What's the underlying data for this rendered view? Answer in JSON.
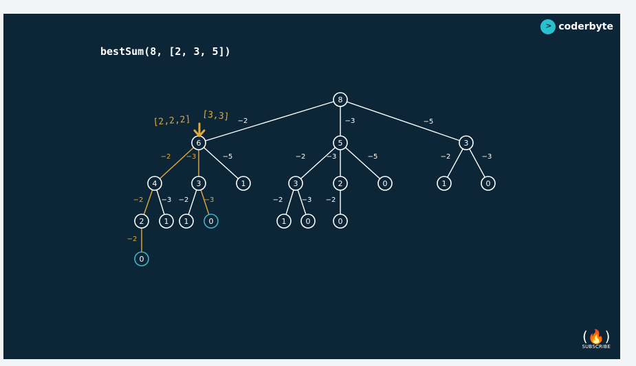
{
  "title": "bestSum(8, [2, 3, 5])",
  "brand": {
    "name": "coderbyte",
    "mark": ">",
    "color": "#2bc0cf"
  },
  "subscribe": {
    "label": "SUBSCRIBE",
    "icon": "(🔥)"
  },
  "annotations": {
    "path_a": "[2,2,2]",
    "path_b": "[3,3]",
    "arrow": "down-arrow"
  },
  "colors": {
    "background": "#0c2638",
    "edge": "#ffffff",
    "highlight": "#e3a93b",
    "success_node": "#3fb6c4"
  },
  "tree": {
    "nodes": [
      {
        "id": "n8",
        "value": "8"
      },
      {
        "id": "n6",
        "value": "6"
      },
      {
        "id": "n5",
        "value": "5"
      },
      {
        "id": "n3a",
        "value": "3"
      },
      {
        "id": "n4",
        "value": "4"
      },
      {
        "id": "n3b",
        "value": "3"
      },
      {
        "id": "n1a",
        "value": "1"
      },
      {
        "id": "n3c",
        "value": "3"
      },
      {
        "id": "n2a",
        "value": "2"
      },
      {
        "id": "n0a",
        "value": "0"
      },
      {
        "id": "n1b",
        "value": "1"
      },
      {
        "id": "n0b",
        "value": "0"
      },
      {
        "id": "n2b",
        "value": "2"
      },
      {
        "id": "n1c",
        "value": "1"
      },
      {
        "id": "n1d",
        "value": "1"
      },
      {
        "id": "n0c",
        "value": "0",
        "success": true
      },
      {
        "id": "n1e",
        "value": "1"
      },
      {
        "id": "n0d",
        "value": "0"
      },
      {
        "id": "n0e",
        "value": "0"
      },
      {
        "id": "n0f",
        "value": "0",
        "success": true
      }
    ],
    "edges": [
      {
        "from": "n8",
        "to": "n6",
        "label": "-2"
      },
      {
        "from": "n8",
        "to": "n5",
        "label": "-3"
      },
      {
        "from": "n8",
        "to": "n3a",
        "label": "-5"
      },
      {
        "from": "n6",
        "to": "n4",
        "label": "-2",
        "highlight": true
      },
      {
        "from": "n6",
        "to": "n3b",
        "label": "-3",
        "highlight": true
      },
      {
        "from": "n6",
        "to": "n1a",
        "label": "-5"
      },
      {
        "from": "n5",
        "to": "n3c",
        "label": "-2"
      },
      {
        "from": "n5",
        "to": "n2a",
        "label": "-3"
      },
      {
        "from": "n5",
        "to": "n0a",
        "label": "-5"
      },
      {
        "from": "n3a",
        "to": "n1b",
        "label": "-2"
      },
      {
        "from": "n3a",
        "to": "n0b",
        "label": "-3"
      },
      {
        "from": "n4",
        "to": "n2b",
        "label": "-2",
        "highlight": true
      },
      {
        "from": "n4",
        "to": "n1c",
        "label": "-3"
      },
      {
        "from": "n3b",
        "to": "n1d",
        "label": "-2"
      },
      {
        "from": "n3b",
        "to": "n0c",
        "label": "-3",
        "highlight": true
      },
      {
        "from": "n3c",
        "to": "n1e",
        "label": "-2"
      },
      {
        "from": "n3c",
        "to": "n0d",
        "label": "-3"
      },
      {
        "from": "n2a",
        "to": "n0e",
        "label": "-2"
      },
      {
        "from": "n2b",
        "to": "n0f",
        "label": "-2",
        "highlight": true
      }
    ]
  }
}
